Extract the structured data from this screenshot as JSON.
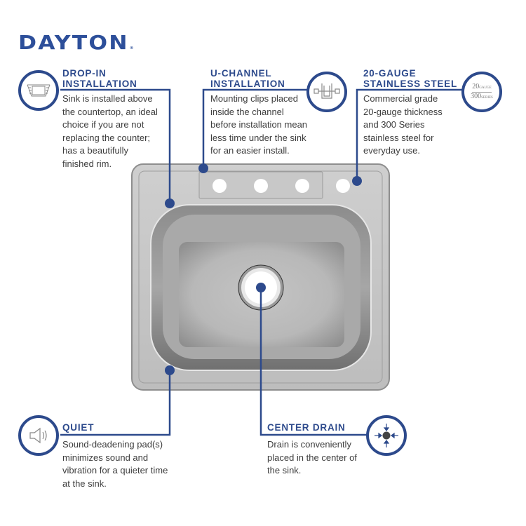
{
  "brand": {
    "logo": "DAYTON",
    "trademark": "®",
    "accent_color": "#2d4a8c"
  },
  "features": [
    {
      "id": "drop-in",
      "title_line1": "DROP-IN",
      "title_line2": "INSTALLATION",
      "body": [
        "Sink is installed above",
        "the countertop, an ideal",
        "choice if you are not",
        "replacing the counter;",
        "has a beautifully",
        "finished rim."
      ],
      "icon": "drop-in-sink-icon"
    },
    {
      "id": "u-channel",
      "title_line1": "U-CHANNEL",
      "title_line2": "INSTALLATION",
      "body": [
        "Mounting clips placed",
        "inside the channel",
        "before installation mean",
        "less time under the sink",
        "for an easier install."
      ],
      "icon": "u-channel-clip-icon"
    },
    {
      "id": "gauge",
      "title_line1": "20-GAUGE",
      "title_line2": "STAINLESS STEEL",
      "body": [
        "Commercial grade",
        "20-gauge thickness",
        "and 300 Series",
        "stainless steel for",
        "everyday use."
      ],
      "icon": "gauge-series-icon",
      "icon_text": {
        "top_num": "20",
        "top_label": "GAUGE",
        "bottom_num": "300",
        "bottom_label": "SERIES"
      }
    },
    {
      "id": "quiet",
      "title_line1": "QUIET",
      "body": [
        "Sound-deadening pad(s)",
        "minimizes sound and",
        "vibration for a quieter time",
        "at the sink."
      ],
      "icon": "speaker-icon"
    },
    {
      "id": "center-drain",
      "title_line1": "CENTER DRAIN",
      "body": [
        "Drain is conveniently",
        "placed in the center of",
        "the sink."
      ],
      "icon": "center-drain-arrows-icon"
    }
  ],
  "sink": {
    "faucet_holes": 4,
    "finish": "stainless steel"
  }
}
